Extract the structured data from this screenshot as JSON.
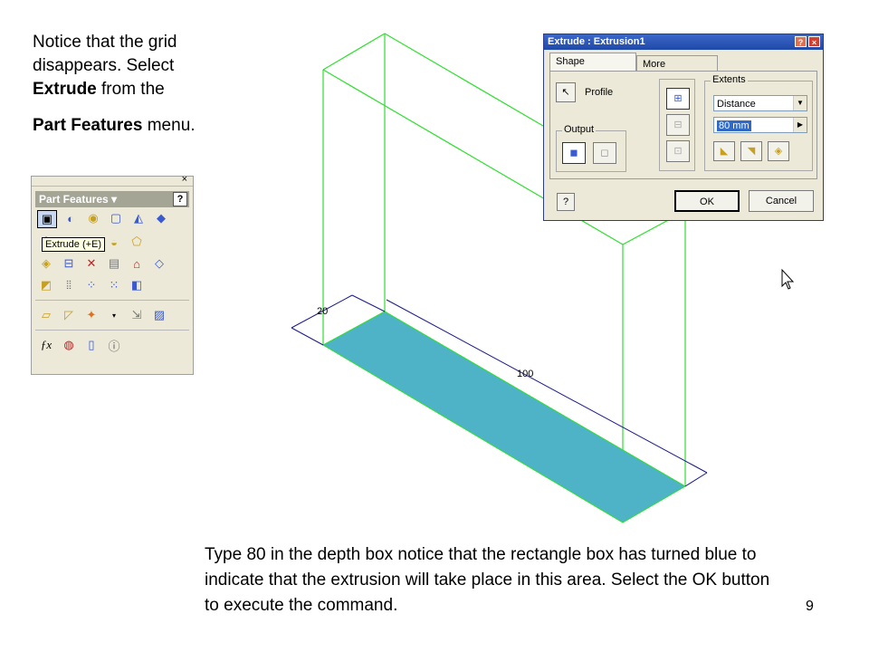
{
  "instructions": {
    "line1": "Notice that the grid",
    "line2": "disappears.  Select",
    "extrude_word": "Extrude",
    "line3_rest": " from the",
    "menu_name": "Part Features",
    "line4_rest": " menu."
  },
  "bottom_text": "Type 80 in the depth box notice that the rectangle box has turned blue to indicate that the extrusion will take place in this area. Select the OK button to execute the command.",
  "page_number": "9",
  "palette": {
    "close": "×",
    "title": "Part Features ▾",
    "help": "?",
    "tooltip": "Extrude (+E)"
  },
  "dialog": {
    "title": "Extrude : Extrusion1",
    "help_btn": "?",
    "close_btn": "×",
    "tab_shape": "Shape",
    "tab_more": "More",
    "profile_label": "Profile",
    "output_label": "Output",
    "extents_label": "Extents",
    "extents_value": "Distance",
    "distance_value": "80 mm",
    "help_question": "?",
    "ok": "OK",
    "cancel": "Cancel"
  },
  "drawing": {
    "dim_short": "20",
    "dim_long": "100",
    "profile_fill": "#4fb3c8",
    "wire_color": "#2ee02e"
  }
}
